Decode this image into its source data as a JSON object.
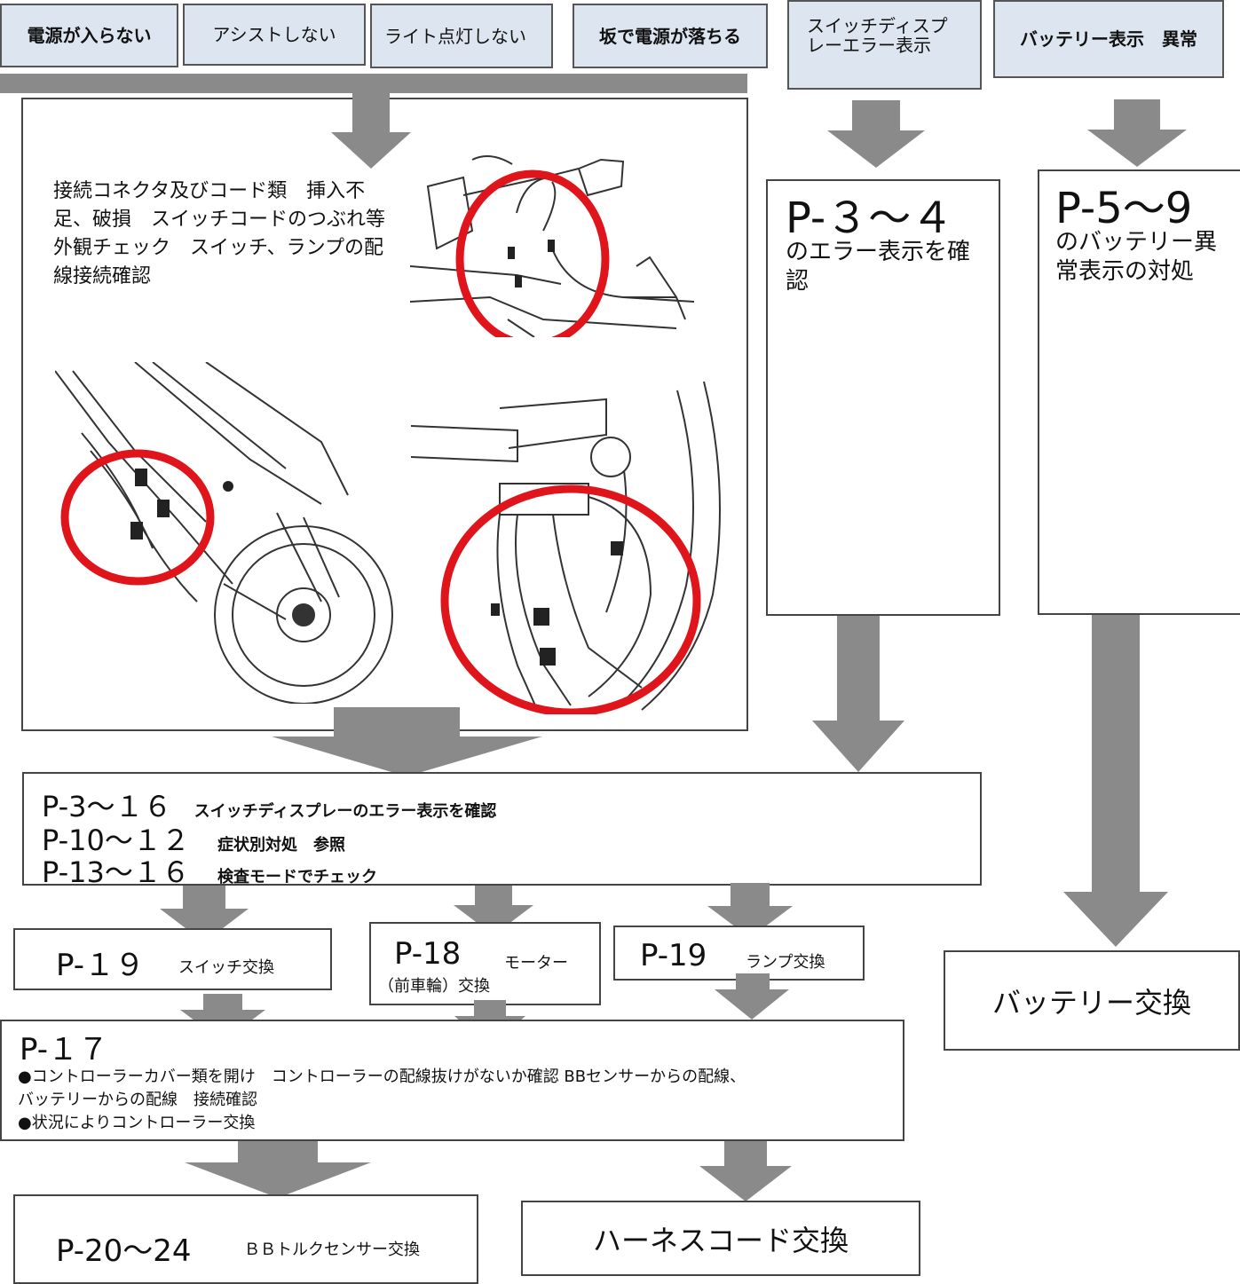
{
  "symptoms": {
    "no_power": "電源が入らない",
    "no_assist": "アシストしない",
    "light_off": "ライト点灯しない",
    "hill_cutoff": "坂で電源が落ちる",
    "switch_error": "スイッチディスプレーエラー表示",
    "battery_abnormal": "バッテリー表示　異常"
  },
  "inspection": {
    "text": "接続コネクタ及びコード類　挿入不足、破損　スイッチコードのつぶれ等外観チェック　スイッチ、ランプの配線接続確認"
  },
  "error_check": {
    "title": "P-３～４",
    "text": "のエラー表示を確認"
  },
  "battery_check": {
    "title": "P-5～9",
    "text": "のバッテリー異常表示の対処"
  },
  "reference": {
    "line1_page": "P-3～１６",
    "line1_text": "スイッチディスプレーのエラー表示を確認",
    "line2_page": "P-10～１２",
    "line2_text": "症状別対処　参照",
    "line3_page": "P-13～１６",
    "line3_text": "検査モードでチェック"
  },
  "switch_replace": {
    "page": "P-１９",
    "text": "スイッチ交換"
  },
  "motor_replace": {
    "page": "P-18",
    "text": "モーター",
    "text2": "（前車輪）交換"
  },
  "lamp_replace": {
    "page": "P-19",
    "text": "ランプ交換"
  },
  "battery_replace": {
    "text": "バッテリー交換"
  },
  "controller": {
    "page": "P-１７",
    "line1": "●コントローラーカバー類を開け　コントローラーの配線抜けがないか確認 BBセンサーからの配線、",
    "line2": "バッテリーからの配線　接続確認",
    "line3": "●状況によりコントローラー交換"
  },
  "bb_sensor": {
    "page": "P-20～24",
    "text": "ＢＢトルクセンサー交換"
  },
  "harness": {
    "text": "ハーネスコード交換"
  },
  "colors": {
    "symptom_fill": "#dde6f0",
    "arrow": "#8a8a8a",
    "highlight": "#e0141b"
  }
}
